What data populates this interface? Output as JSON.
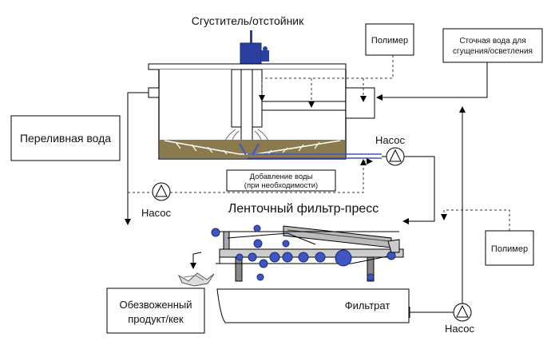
{
  "title": "Сгуститель/отстойник",
  "labels": {
    "polymer_top": "Полимер",
    "wastewater": [
      "Сточная вода для",
      "сгущения/осветления"
    ],
    "overflow": "Переливная вода",
    "pump_right": "Насос",
    "water_add": [
      "Добавление воды",
      "(при необходимости)"
    ],
    "pump_left": "Насос",
    "press_title": "Ленточный фильтр-пресс",
    "polymer_right": "Полимер",
    "cake": [
      "Обезвоженный",
      "продукт/кек"
    ],
    "filtrate": "Фильтрат",
    "pump_bottom": "Насос"
  },
  "colors": {
    "motor": "#2a3f9e",
    "sludge": "#8a7a4e",
    "roller": "#3f55c0",
    "line": "#000000",
    "dashed": "#333333"
  }
}
